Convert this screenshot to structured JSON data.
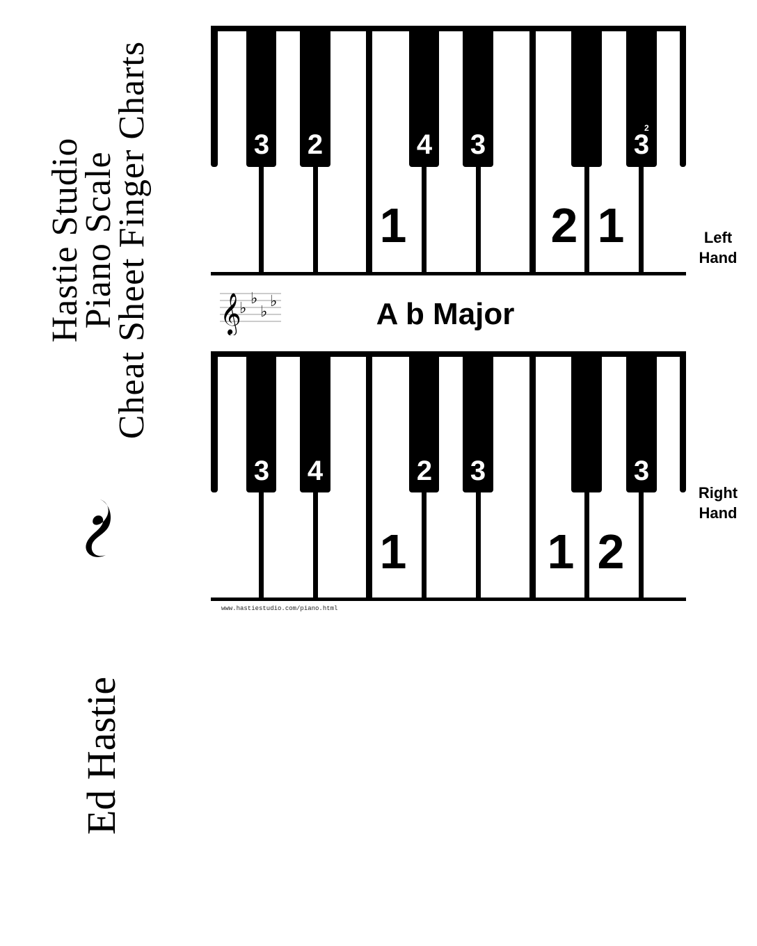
{
  "cover": {
    "title_lines": [
      "Hastie Studio",
      "Piano Scale",
      "Cheat Sheet Finger Charts"
    ],
    "author": "Ed Hastie",
    "ornament_icon": "decorative-swash-icon"
  },
  "scale": {
    "name": "A b Major",
    "key_signature": "4 flats (B♭ E♭ A♭ D♭)",
    "clef_icon": "treble-clef-icon"
  },
  "left_hand": {
    "label_line1": "Left",
    "label_line2": "Hand",
    "black_key_fingers": [
      "3",
      "2",
      "4",
      "3",
      "",
      "3"
    ],
    "black_key_superscripts": [
      "",
      "",
      "",
      "",
      "",
      "2"
    ],
    "white_key_fingers": [
      {
        "position": "white-5",
        "finger": "1"
      },
      {
        "position": "white-8",
        "finger": "2"
      },
      {
        "position": "white-9",
        "finger": "1"
      }
    ]
  },
  "right_hand": {
    "label_line1": "Right",
    "label_line2": "Hand",
    "black_key_fingers": [
      "3",
      "4",
      "2",
      "3",
      "",
      "3"
    ],
    "black_key_superscripts": [
      "",
      "",
      "",
      "",
      "",
      ""
    ],
    "white_key_fingers": [
      {
        "position": "white-5",
        "finger": "1"
      },
      {
        "position": "white-8",
        "finger": "1"
      },
      {
        "position": "white-9",
        "finger": "2"
      }
    ]
  },
  "footer": {
    "url": "www.hastiestudio.com/piano.html"
  },
  "colors": {
    "ink": "#000000",
    "paper": "#ffffff"
  }
}
